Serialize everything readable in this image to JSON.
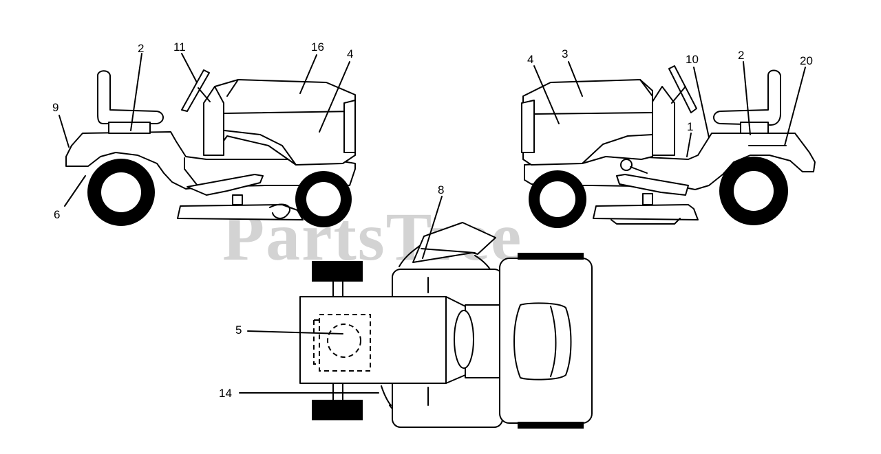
{
  "watermark": "PartsTree",
  "views": {
    "left_side": {
      "callouts": [
        "2",
        "11",
        "16",
        "4",
        "9",
        "6"
      ]
    },
    "right_side": {
      "callouts": [
        "4",
        "3",
        "10",
        "2",
        "20",
        "1"
      ]
    },
    "top": {
      "callouts": [
        "8",
        "5",
        "14"
      ]
    }
  }
}
